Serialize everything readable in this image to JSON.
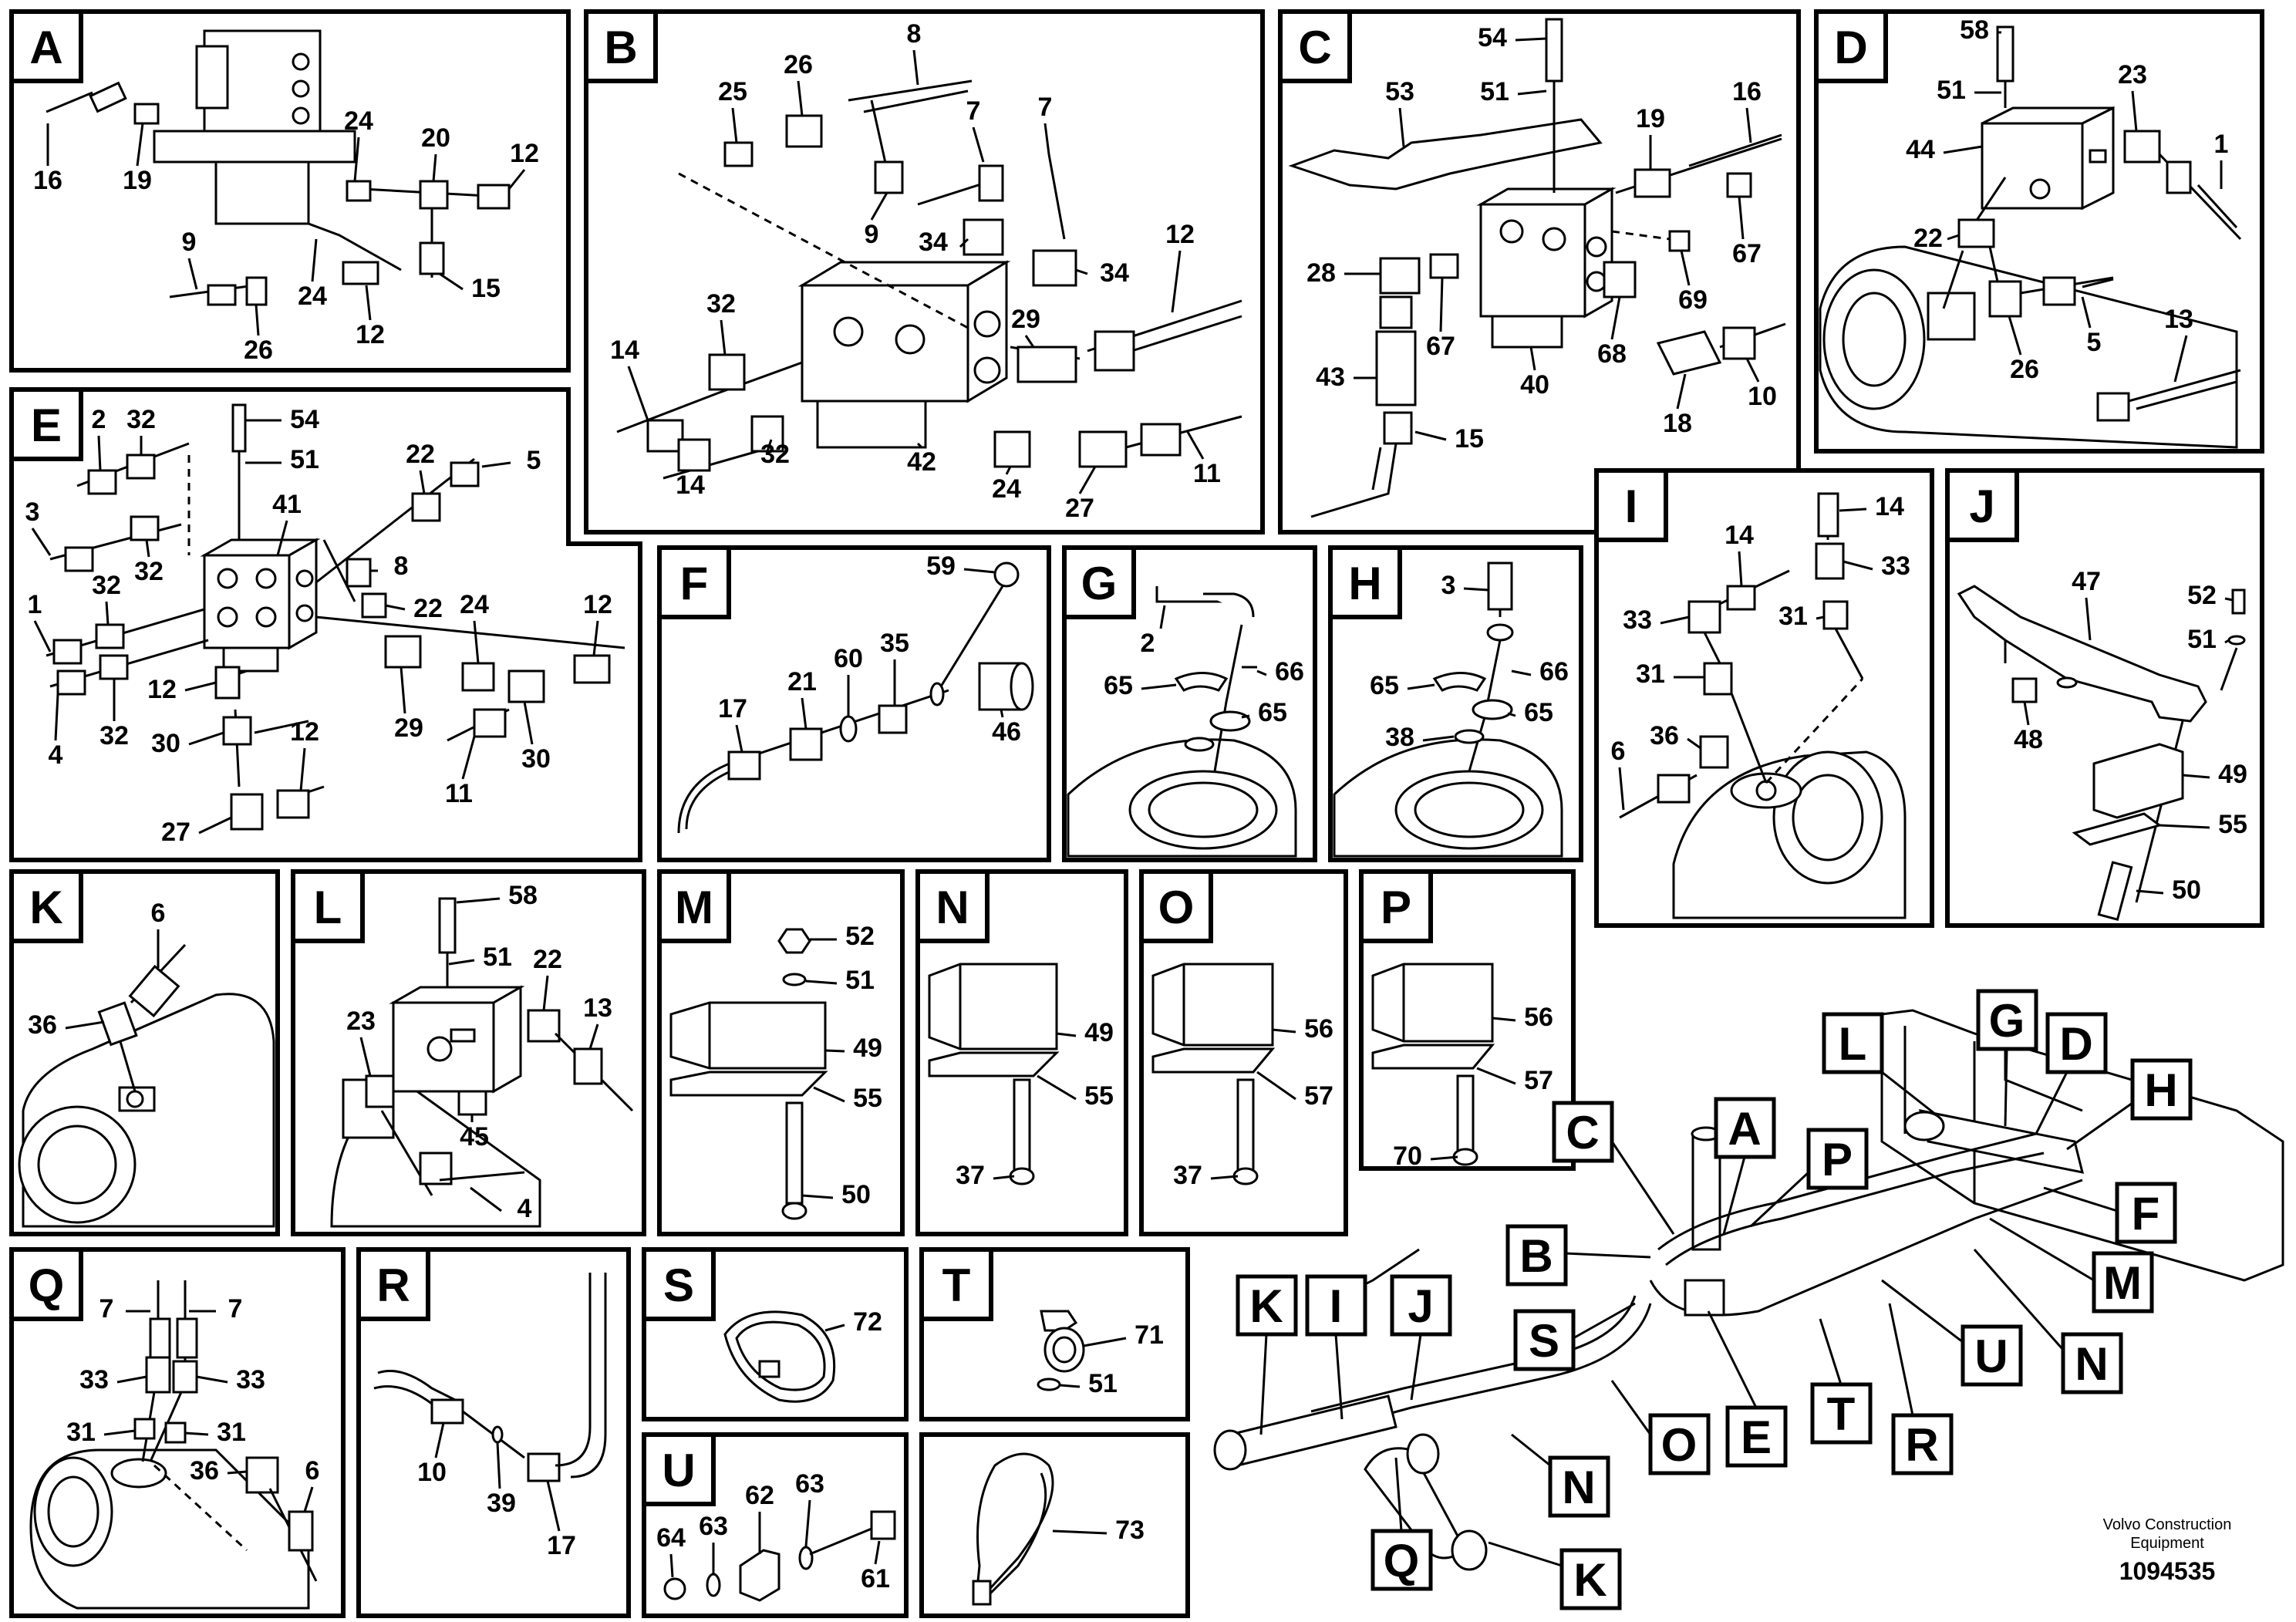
{
  "panels": {
    "A": {
      "letter": "A",
      "labels": [
        "16",
        "19",
        "24",
        "20",
        "12",
        "9",
        "24",
        "12",
        "15",
        "26"
      ]
    },
    "B": {
      "letter": "B",
      "labels": [
        "8",
        "25",
        "26",
        "7",
        "7",
        "9",
        "34",
        "34",
        "12",
        "14",
        "32",
        "29",
        "14",
        "32",
        "42",
        "24",
        "27",
        "11"
      ]
    },
    "C": {
      "letter": "C",
      "labels": [
        "54",
        "53",
        "51",
        "19",
        "16",
        "67",
        "28",
        "69",
        "67",
        "43",
        "40",
        "68",
        "18",
        "10",
        "15"
      ]
    },
    "D": {
      "letter": "D",
      "labels": [
        "58",
        "51",
        "23",
        "44",
        "1",
        "22",
        "5",
        "13",
        "26"
      ]
    },
    "E": {
      "letter": "E",
      "labels": [
        "2",
        "32",
        "54",
        "51",
        "22",
        "5",
        "3",
        "32",
        "41",
        "8",
        "22",
        "1",
        "32",
        "24",
        "12",
        "4",
        "32",
        "12",
        "30",
        "29",
        "11",
        "30",
        "12",
        "27"
      ]
    },
    "F": {
      "letter": "F",
      "labels": [
        "59",
        "60",
        "35",
        "21",
        "17",
        "46"
      ]
    },
    "G": {
      "letter": "G",
      "labels": [
        "2",
        "66",
        "65",
        "65"
      ]
    },
    "H": {
      "letter": "H",
      "labels": [
        "3",
        "65",
        "66",
        "65",
        "38"
      ]
    },
    "I": {
      "letter": "I",
      "labels": [
        "14",
        "14",
        "33",
        "33",
        "31",
        "31",
        "6",
        "36"
      ]
    },
    "J": {
      "letter": "J",
      "labels": [
        "47",
        "52",
        "51",
        "48",
        "49",
        "55",
        "50"
      ]
    },
    "K": {
      "letter": "K",
      "labels": [
        "6",
        "36"
      ]
    },
    "L": {
      "letter": "L",
      "labels": [
        "58",
        "51",
        "22",
        "13",
        "23",
        "45",
        "4"
      ]
    },
    "M": {
      "letter": "M",
      "labels": [
        "52",
        "51",
        "49",
        "55",
        "50"
      ]
    },
    "N": {
      "letter": "N",
      "labels": [
        "49",
        "55",
        "37"
      ]
    },
    "O": {
      "letter": "O",
      "labels": [
        "56",
        "57",
        "37"
      ]
    },
    "P": {
      "letter": "P",
      "labels": [
        "56",
        "57",
        "70"
      ]
    },
    "Q": {
      "letter": "Q",
      "labels": [
        "7",
        "7",
        "33",
        "33",
        "31",
        "31",
        "36",
        "6"
      ]
    },
    "R": {
      "letter": "R",
      "labels": [
        "10",
        "39",
        "17"
      ]
    },
    "S": {
      "letter": "S",
      "labels": [
        "72"
      ]
    },
    "T": {
      "letter": "T",
      "labels": [
        "71",
        "51"
      ]
    },
    "U": {
      "letter": "U",
      "labels": [
        "62",
        "63",
        "64",
        "63",
        "61"
      ]
    },
    "V": {
      "labels": [
        "73"
      ]
    }
  },
  "overview_tags": [
    "L",
    "G",
    "D",
    "H",
    "A",
    "C",
    "P",
    "F",
    "B",
    "M",
    "K",
    "I",
    "J",
    "S",
    "U",
    "N",
    "E",
    "T",
    "R",
    "O",
    "N",
    "Q",
    "K"
  ],
  "footer": {
    "company_line1": "Volvo Construction",
    "company_line2": "Equipment",
    "drawing_number": "1094535"
  }
}
